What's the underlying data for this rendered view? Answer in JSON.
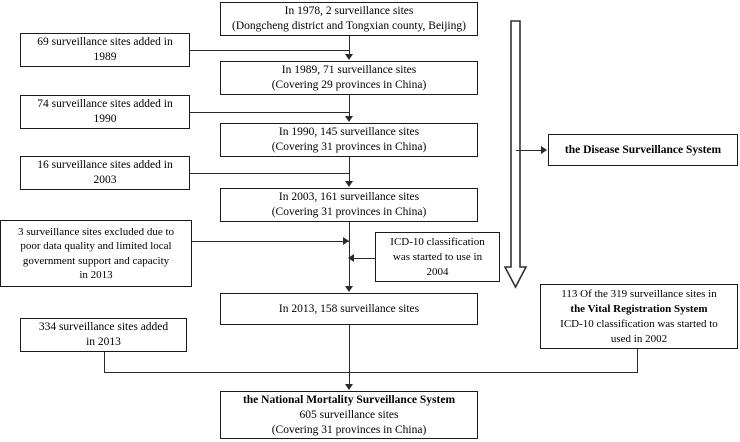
{
  "diagram": {
    "title": "Flowchart of the development of the National Mortality Surveillance System",
    "colors": {
      "line": "#2a2a2a",
      "box_border": "#1a1a1a",
      "background": "#ffffff",
      "text": "#000000"
    },
    "boxes": {
      "b1978": {
        "lines": [
          "In 1978, 2 surveillance sites",
          "(Dongcheng district and Tongxian county, Beijing)"
        ]
      },
      "add1989": {
        "lines": [
          "69 surveillance sites added in",
          "1989"
        ]
      },
      "b1989": {
        "lines": [
          "In 1989, 71 surveillance sites",
          "(Covering 29 provinces in China)"
        ]
      },
      "add1990": {
        "lines": [
          "74 surveillance sites added in",
          "1990"
        ]
      },
      "b1990": {
        "lines": [
          "In 1990, 145 surveillance sites",
          "(Covering 31 provinces in China)"
        ]
      },
      "add2003": {
        "lines": [
          "16 surveillance sites added in",
          "2003"
        ]
      },
      "b2003": {
        "lines": [
          "In 2003, 161 surveillance sites",
          "(Covering 31 provinces in China)"
        ]
      },
      "excluded2013": {
        "lines": [
          "3 surveillance sites excluded due to",
          "poor data quality and limited local",
          "government support and capacity",
          "in 2013"
        ]
      },
      "icd2004": {
        "lines": [
          "ICD-10 classification",
          "was started to use in",
          "2004"
        ]
      },
      "b2013": {
        "lines": [
          "In 2013, 158 surveillance sites"
        ]
      },
      "add2013": {
        "lines": [
          "334 surveillance sites added",
          "in 2013"
        ]
      },
      "disease_system": {
        "lines": [
          "the Disease Surveillance System"
        ]
      },
      "vital_registration": {
        "lines": [
          "113 Of the 319 surveillance sites in",
          "the Vital Registration System",
          "ICD-10 classification was started to",
          "used in 2002"
        ],
        "bold_line_index": 1
      },
      "final_system": {
        "lines": [
          "the National Mortality Surveillance System",
          "605 surveillance sites",
          "(Covering 31 provinces in China)"
        ],
        "bold_line_index": 0
      }
    }
  }
}
